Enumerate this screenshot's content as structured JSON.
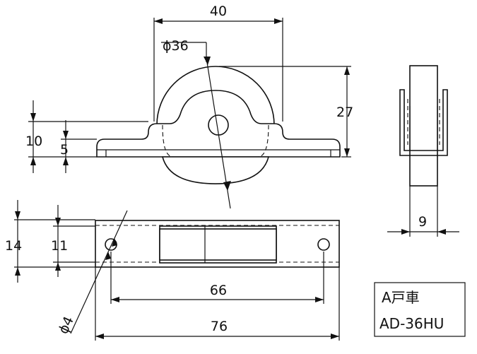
{
  "dimensions": {
    "width_top": "40",
    "wheel_dia": "36",
    "height_right": "27",
    "flange_10": "10",
    "flange_5": "5",
    "base_14": "14",
    "base_11": "11",
    "hole_pitch": "66",
    "base_len": "76",
    "hole_dia": "4",
    "side_width": "9"
  },
  "label": {
    "line1": "A戸車",
    "line2": "AD-36HU"
  },
  "symbols": {
    "phi": "ϕ"
  },
  "colors": {
    "line": "#111111",
    "background": "#ffffff"
  }
}
